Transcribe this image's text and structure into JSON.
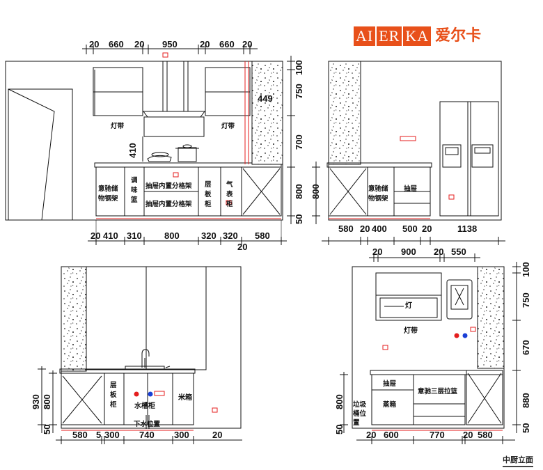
{
  "brand": {
    "letters": [
      "AI",
      "ER",
      "KA"
    ],
    "chinese": "爱尔卡",
    "color": "#e8501a"
  },
  "footer": "中厨立面",
  "elevation_a": {
    "top_dims": [
      "20",
      "660",
      "20",
      "950",
      "20",
      "660",
      "20"
    ],
    "right_dims": [
      "100",
      "750",
      "700",
      "800",
      "50"
    ],
    "hood_height": "410",
    "wall_cab_height": "449",
    "light_left": "灯带",
    "light_right": "灯带",
    "cabinet_1": [
      "意驰储",
      "物钢架"
    ],
    "cabinet_2": [
      "调",
      "味",
      "篮"
    ],
    "drawer_text_1": "抽屉内置分格架",
    "drawer_text_2": "抽屉内置分格架",
    "cabinet_4": [
      "层",
      "板",
      "柜"
    ],
    "cabinet_5": [
      "气",
      "表",
      "柜"
    ],
    "bottom_dims": [
      "20",
      "410",
      "310",
      "800",
      "320",
      "320",
      "580"
    ],
    "bottom_dim_below": "20"
  },
  "elevation_b": {
    "left_dim": "800",
    "cabinet_1": [
      "意驰储",
      "物钢架"
    ],
    "cabinet_2": "抽屉",
    "bottom_dims": [
      "580",
      "20",
      "400",
      "500",
      "20",
      "1138"
    ]
  },
  "elevation_c": {
    "left_dims": [
      "930",
      "800",
      "50"
    ],
    "cabinet_1": [
      "层",
      "板",
      "柜"
    ],
    "sink_cabinet": "水槽柜",
    "rice_cabinet": "米箱",
    "drain": "下水位置",
    "bottom_dims": [
      "580",
      "5",
      "300",
      "740",
      "300",
      "20"
    ]
  },
  "elevation_d": {
    "top_dims": [
      "20",
      "900",
      "20",
      "550"
    ],
    "right_dims": [
      "100",
      "750",
      "670",
      "880",
      "50"
    ],
    "left_dims": [
      "800",
      "50"
    ],
    "lamp": "灯",
    "light": "灯带",
    "drawer": "抽屉",
    "steamer": "蒸箱",
    "pull_basket": "意驰三层拉篮",
    "trash": [
      "垃圾",
      "桶位",
      "置"
    ],
    "bottom_dims": [
      "20",
      "600",
      "770",
      "20",
      "580"
    ]
  },
  "colors": {
    "line": "#111111",
    "red_mark": "#e41e1e",
    "hot_water": "#e41e1e",
    "cold_water": "#1a3fd6",
    "brand": "#e8501a"
  }
}
